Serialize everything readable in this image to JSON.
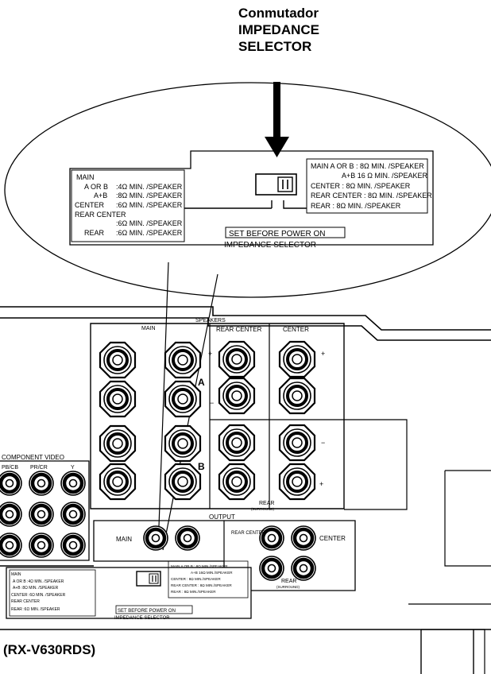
{
  "callout": {
    "line1": "Conmutador",
    "line2": "IMPEDANCE",
    "line3": "SELECTOR"
  },
  "zoom_panel": {
    "left_label": {
      "main": "MAIN",
      "aorb": "A OR B",
      "aorb_value": ":4Ω MIN. /SPEAKER",
      "ab": "A+B",
      "ab_value": ":8Ω MIN. /SPEAKER",
      "center": "CENTER",
      "center_value": ":6Ω MIN. /SPEAKER",
      "rear_center": "REAR CENTER",
      "rc_value": ":6Ω MIN. /SPEAKER",
      "rear": "REAR",
      "rear_value": ":6Ω MIN. /SPEAKER"
    },
    "right_label": {
      "r1": "MAIN A OR B :  8Ω MIN. /SPEAKER",
      "r2": "A+B 16 Ω MIN. /SPEAKER",
      "r3": "CENTER      :  8Ω MIN. /SPEAKER",
      "r4": "REAR CENTER :  8Ω MIN. /SPEAKER",
      "r5": "REAR        :  8Ω MIN. /SPEAKER"
    },
    "warn_line1": "SET BEFORE POWER ON",
    "warn_line2": "IMPEDANCE SELECTOR"
  },
  "panel": {
    "speakers_label": "SPEAKERS",
    "main_label": "MAIN",
    "rear_center_label": "REAR CENTER",
    "center_label": "CENTER",
    "group_a": "A",
    "group_b": "B",
    "rear_surround_label": "REAR",
    "rear_surround_sub": "(SURROUND)",
    "output_label": "OUTPUT",
    "out_main": "MAIN",
    "out_rear_center": "REAR CENTER",
    "out_center": "CENTER",
    "out_rear": "REAR",
    "out_rear_sub": "(SURROUND)",
    "component_video": "COMPONENT VIDEO",
    "cv_pb": "PB/CB",
    "cv_pr": "PR/CR",
    "cv_y": "Y",
    "plus": "+",
    "minus": "−",
    "small_left": {
      "main": "MAIN",
      "l1": "A OR B  :4Ω MIN. /SPEAKER",
      "l2": "A+B     :8Ω MIN. /SPEAKER",
      "l3": "CENTER  :6Ω MIN. /SPEAKER",
      "l4": "REAR CENTER",
      "l5": "REAR    :6Ω MIN. /SPEAKER"
    },
    "small_right": {
      "r1": "MAIN A OR B : 8Ω MIN./SPEAKER",
      "r2": "A+B 16Ω MIN./SPEAKER",
      "r3": "CENTER : 8Ω MIN./SPEAKER",
      "r4": "REAR CENTER : 8Ω MIN./SPEAKER",
      "r5": "REAR : 8Ω MIN./SPEAKER"
    },
    "small_warn1": "SET BEFORE POWER ON",
    "small_warn2": "IMPEDANCE SELECTOR"
  },
  "model": "(RX-V630RDS)"
}
